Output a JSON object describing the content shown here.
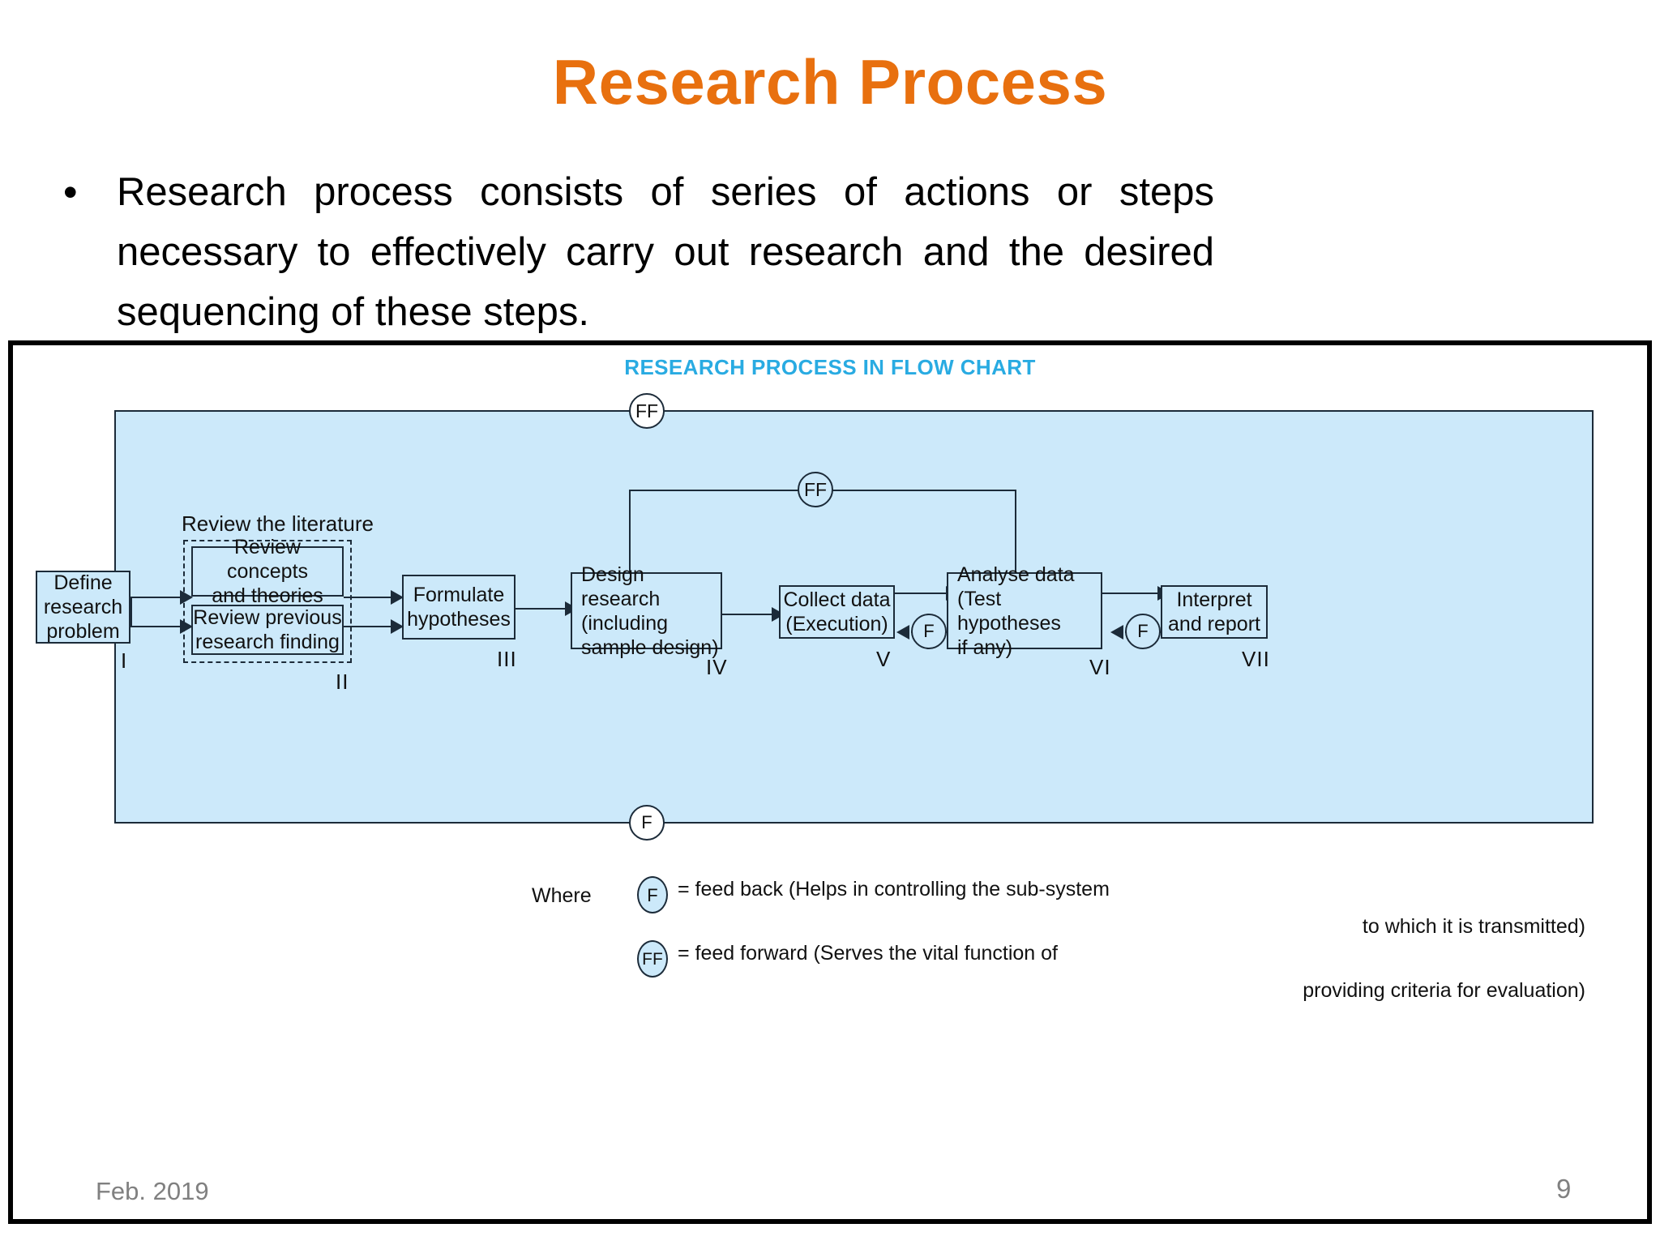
{
  "slide": {
    "title": "Research Process",
    "title_color": "#E8700F",
    "bullet_marker": "•",
    "bullet_text": "Research process consists of series of actions or steps necessary to effectively carry out research and the desired sequencing of these steps.",
    "footer_date": "Feb. 2019",
    "page_number": "9"
  },
  "flowchart": {
    "title": "RESEARCH PROCESS IN FLOW CHART",
    "title_color": "#29ABE2",
    "region_fill": "#CCE9FA",
    "line_color": "#1C2B39",
    "group_caption": "Review the literature",
    "nodes": [
      {
        "id": "I",
        "label": "Define research problem",
        "roman": "I"
      },
      {
        "id": "IIa",
        "label": "Review concepts and theories",
        "roman": ""
      },
      {
        "id": "IIb",
        "label": "Review previous research finding",
        "roman": ""
      },
      {
        "id": "II",
        "label": "Review the literature",
        "roman": "II"
      },
      {
        "id": "III",
        "label": "Formulate hypotheses",
        "roman": "III"
      },
      {
        "id": "IV",
        "label": "Design research (including sample design)",
        "roman": "IV"
      },
      {
        "id": "V",
        "label": "Collect data (Execution)",
        "roman": "V"
      },
      {
        "id": "VI",
        "label": "Analyse data (Test hypotheses if any)",
        "roman": "VI"
      },
      {
        "id": "VII",
        "label": "Interpret and report",
        "roman": "VII"
      }
    ],
    "node_text": {
      "define_l1": "Define",
      "define_l2": "research",
      "define_l3": "problem",
      "concepts_l1": "Review concepts",
      "concepts_l2": "and theories",
      "previous_l1": "Review previous",
      "previous_l2": "research finding",
      "formulate_l1": "Formulate",
      "formulate_l2": "hypotheses",
      "design_l1": "Design research",
      "design_l2": "(including",
      "design_l3": "sample design)",
      "collect_l1": "Collect data",
      "collect_l2": "(Execution)",
      "analyse_l1": "Analyse data",
      "analyse_l2": "(Test hypotheses",
      "analyse_l3": "if any)",
      "interpret_l1": "Interpret",
      "interpret_l2": "and report"
    },
    "romans": {
      "i": "I",
      "ii": "II",
      "iii": "III",
      "iv": "IV",
      "v": "V",
      "vi": "VI",
      "vii": "VII"
    },
    "badges": {
      "ff": "FF",
      "f": "F"
    },
    "legend": {
      "where": "Where",
      "f_badge": "F",
      "f_line1": "= feed back (Helps in controlling the sub-system",
      "f_line2": "to which it is transmitted)",
      "ff_badge": "FF",
      "ff_line1": "= feed forward (Serves the vital function of",
      "ff_line2": "providing criteria for evaluation)"
    }
  }
}
